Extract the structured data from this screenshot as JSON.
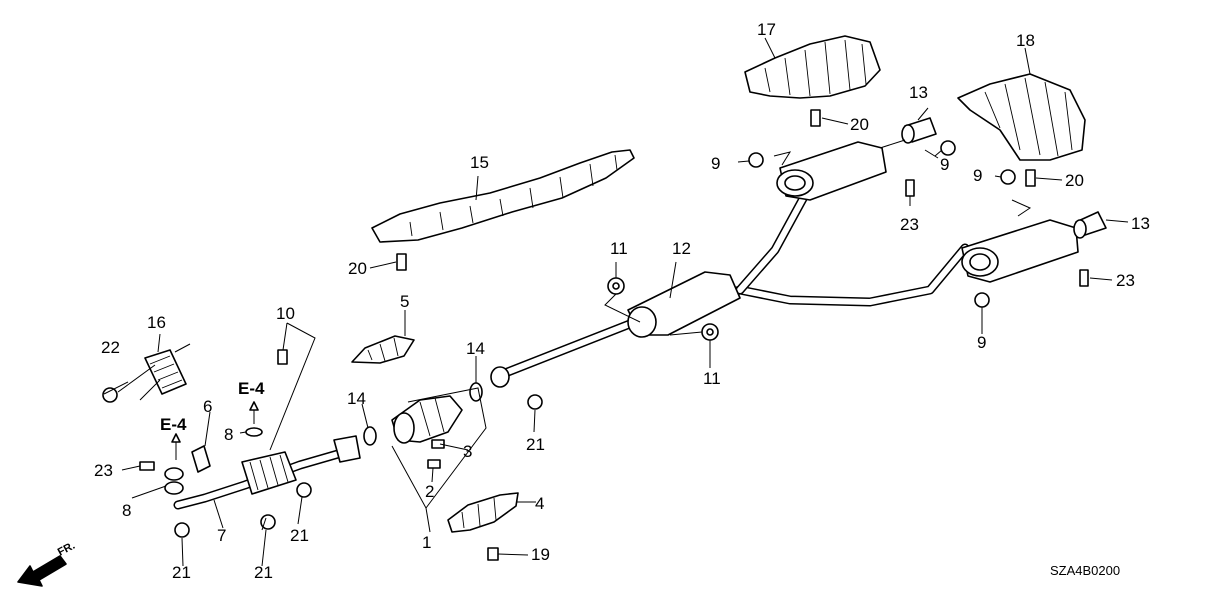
{
  "diagram": {
    "code": "SZA4B0200",
    "front_arrow": "FR.",
    "callouts": {
      "c1": "1",
      "c2": "2",
      "c3": "3",
      "c4": "4",
      "c5": "5",
      "c6": "6",
      "c7": "7",
      "c8a": "8",
      "c8b": "8",
      "c9a": "9",
      "c9b": "9",
      "c9c": "9",
      "c9d": "9",
      "c10": "10",
      "c11a": "11",
      "c11b": "11",
      "c12": "12",
      "c13a": "13",
      "c13b": "13",
      "c14a": "14",
      "c14b": "14",
      "c15": "15",
      "c16": "16",
      "c17": "17",
      "c18": "18",
      "c19": "19",
      "c20a": "20",
      "c20b": "20",
      "c20c": "20",
      "c21a": "21",
      "c21b": "21",
      "c21c": "21",
      "c21d": "21",
      "c22": "22",
      "c23a": "23",
      "c23b": "23",
      "c23c": "23",
      "e4a": "E-4",
      "e4b": "E-4"
    }
  }
}
